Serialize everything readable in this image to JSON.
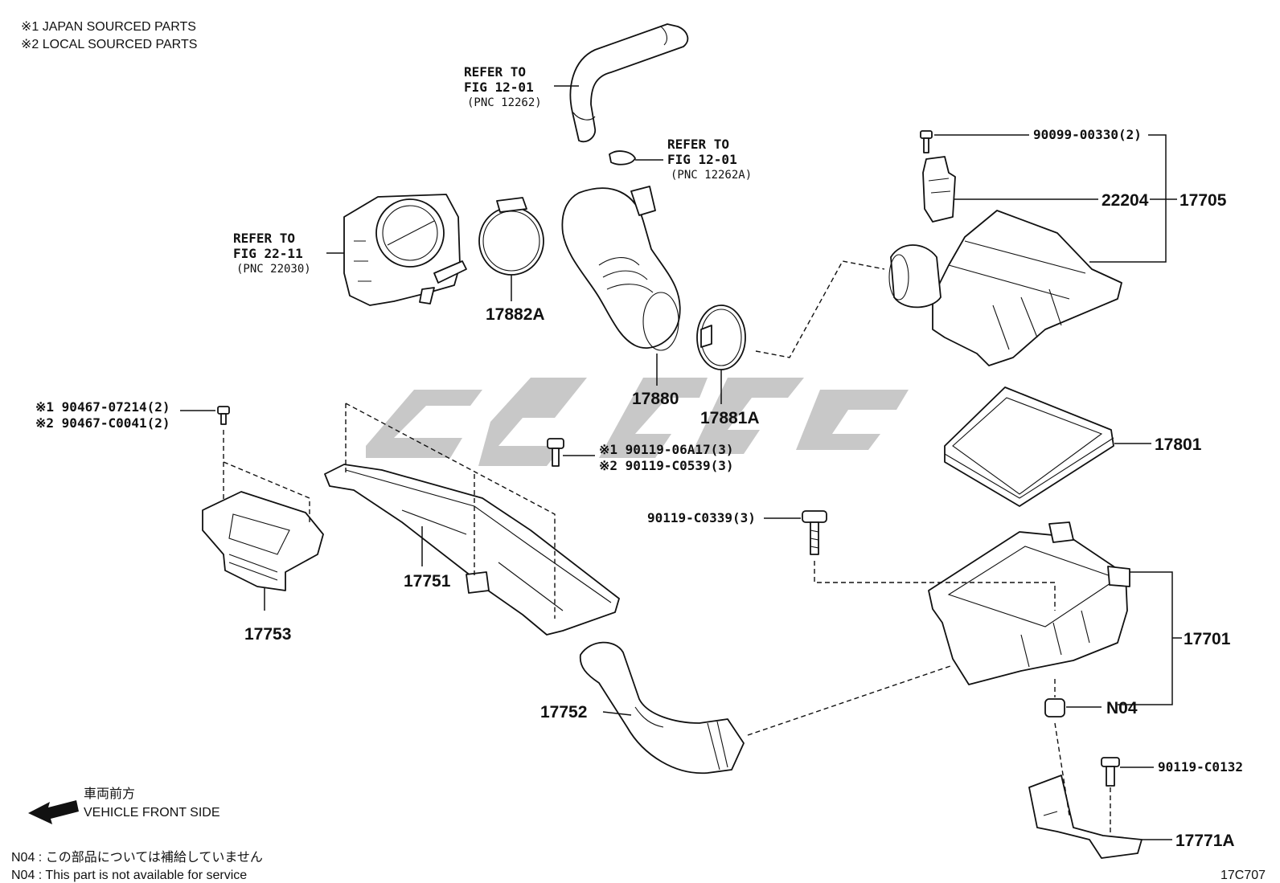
{
  "notes": {
    "japan_sourced": "※1 JAPAN SOURCED PARTS",
    "local_sourced": "※2 LOCAL SOURCED PARTS",
    "front_jp": "車両前方",
    "front_en": "VEHICLE FRONT SIDE",
    "n04_jp": "N04 : この部品については補給していません",
    "n04_en": "N04 : This part is not available for service",
    "figure_code": "17C707"
  },
  "references": {
    "hose": {
      "line1": "REFER TO",
      "line2": "FIG 12-01",
      "line3": "(PNC 12262)"
    },
    "clip": {
      "line1": "REFER TO",
      "line2": "FIG 12-01",
      "line3": "(PNC 12262A)"
    },
    "throttle": {
      "line1": "REFER TO",
      "line2": "FIG 22-11",
      "line3": "(PNC 22030)"
    }
  },
  "parts": {
    "p17882A": "17882A",
    "p17880": "17880",
    "p17881A": "17881A",
    "p17705": "17705",
    "p22204": "22204",
    "p90099": "90099-00330(2)",
    "p17801": "17801",
    "p17701": "17701",
    "pN04": "N04",
    "p90119_0132": "90119-C0132",
    "p17771A": "17771A",
    "p90119_0339": "90119-C0339(3)",
    "p90119_06A17": "※1 90119-06A17(3)",
    "p90119_0539": "※2 90119-C0539(3)",
    "p90467_07214": "※1 90467-07214(2)",
    "p90467_0041": "※2 90467-C0041(2)",
    "p17753": "17753",
    "p17751": "17751",
    "p17752": "17752"
  }
}
